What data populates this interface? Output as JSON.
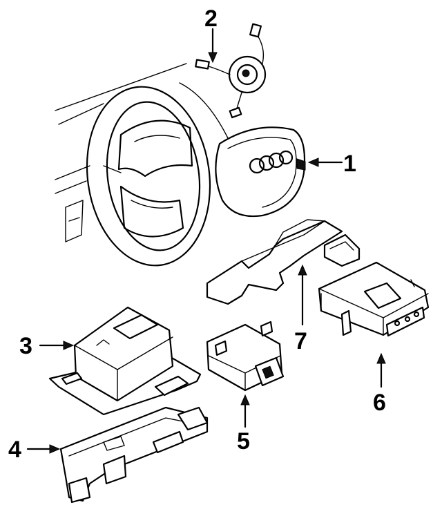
{
  "callouts": [
    {
      "id": "1",
      "label": "1"
    },
    {
      "id": "2",
      "label": "2"
    },
    {
      "id": "3",
      "label": "3"
    },
    {
      "id": "4",
      "label": "4"
    },
    {
      "id": "5",
      "label": "5"
    },
    {
      "id": "6",
      "label": "6"
    },
    {
      "id": "7",
      "label": "7"
    }
  ],
  "colors": {
    "ink": "#000000",
    "paper": "#ffffff"
  },
  "parts": [
    {
      "callout": "1",
      "icon": "airbag-module-icon"
    },
    {
      "callout": "2",
      "icon": "clock-spring-icon"
    },
    {
      "callout": "3",
      "icon": "control-unit-icon"
    },
    {
      "callout": "4",
      "icon": "mounting-bracket-icon"
    },
    {
      "callout": "5",
      "icon": "relay-module-icon"
    },
    {
      "callout": "6",
      "icon": "sensor-unit-icon"
    },
    {
      "callout": "7",
      "icon": "support-bracket-icon"
    }
  ]
}
